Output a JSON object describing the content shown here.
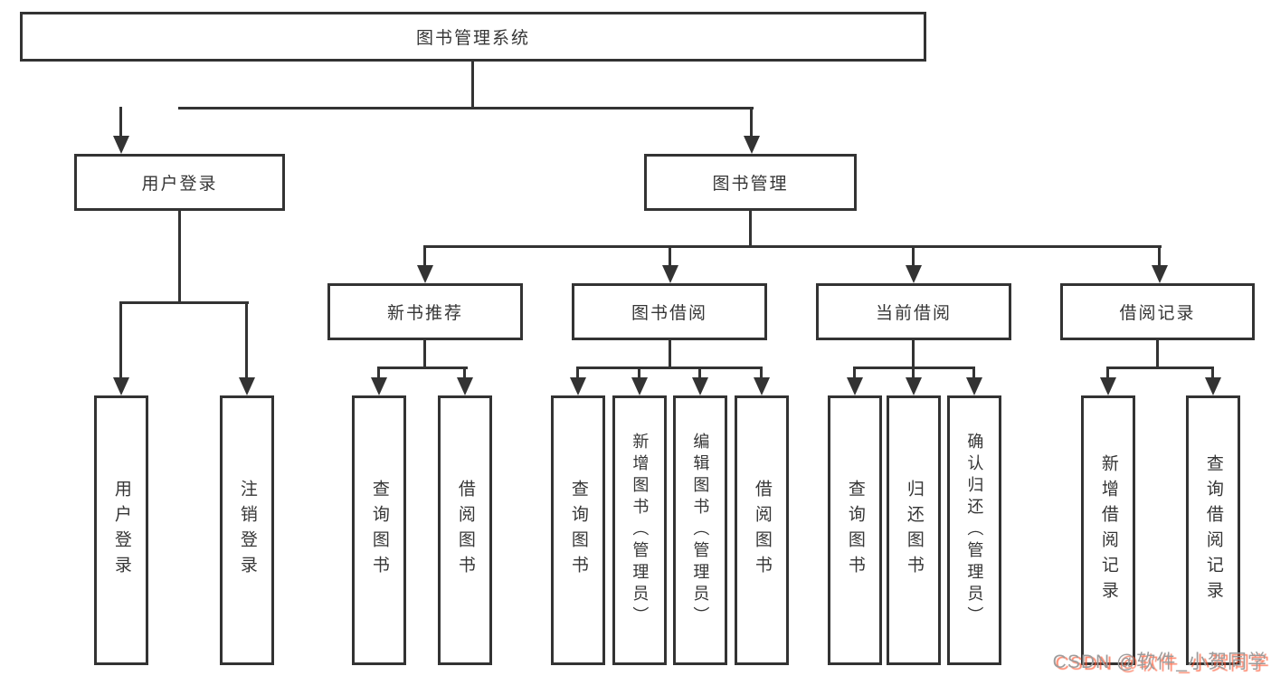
{
  "diagram": {
    "title": "图书管理系统",
    "branches": [
      {
        "label": "用户登录",
        "children": [
          "用户登录",
          "注销登录"
        ]
      },
      {
        "label": "图书管理",
        "sections": [
          {
            "label": "新书推荐",
            "children": [
              "查询图书",
              "借阅图书"
            ]
          },
          {
            "label": "图书借阅",
            "children": [
              "查询图书",
              "新增图书（管理员）",
              "编辑图书（管理员）",
              "借阅图书"
            ]
          },
          {
            "label": "当前借阅",
            "children": [
              "查询图书",
              "归还图书",
              "确认归还（管理员）"
            ]
          },
          {
            "label": "借阅记录",
            "children": [
              "新增借阅记录",
              "查询借阅记录"
            ]
          }
        ]
      }
    ]
  },
  "watermark": {
    "text": "CSDN @软件_小贺同学",
    "text_color": "#9c9c9c",
    "accent_color": "#fc5531"
  },
  "colors": {
    "line": "#333333",
    "background": "#ffffff"
  }
}
